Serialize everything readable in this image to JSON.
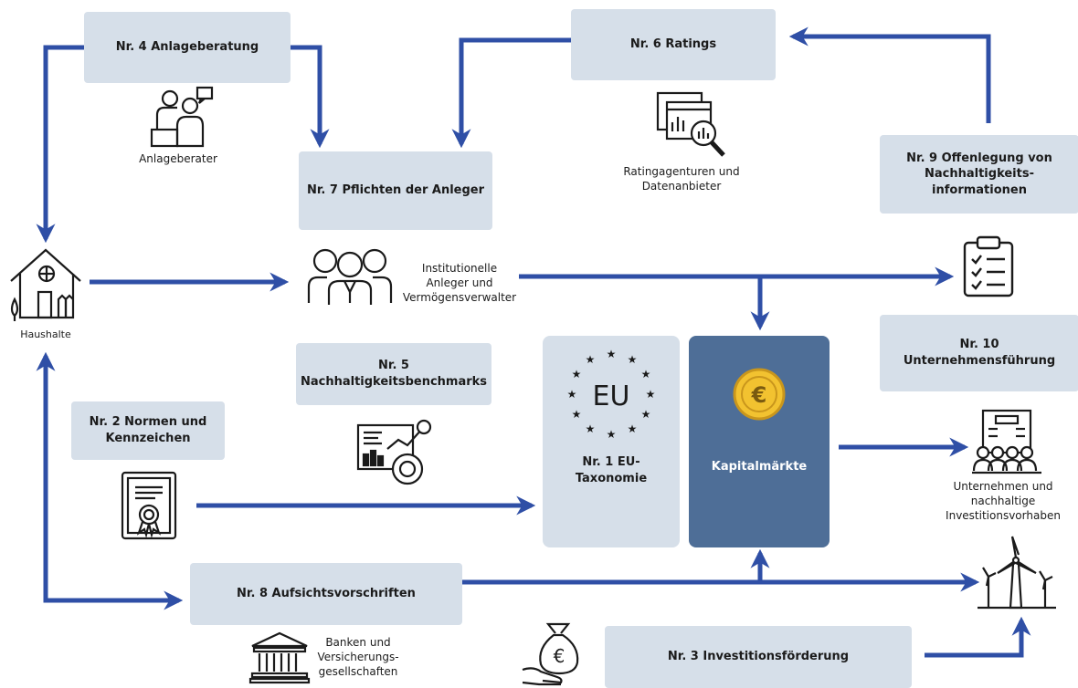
{
  "boxes": {
    "anlageberatung": "Nr. 4 Anlageberatung",
    "ratings": "Nr. 6 Ratings",
    "pflichten": "Nr. 7 Pflichten der Anleger",
    "offenlegung": "Nr. 9 Offenlegung von Nachhaltigkeits-informationen",
    "benchmarks": "Nr. 5 Nachhaltigkeitsbenchmarks",
    "unternehmensfuehrung": "Nr. 10 Unternehmensführung",
    "normen": "Nr. 2 Normen und Kennzeichen",
    "taxonomie": "Nr. 1 EU-Taxonomie",
    "kapitalmaerkte": "Kapitalmärkte",
    "aufsicht": "Nr. 8 Aufsichtsvorschriften",
    "investitionsfoerderung": "Nr. 3 Investitionsförderung"
  },
  "captions": {
    "anlageberater": "Anlageberater",
    "ratingagenturen": "Ratingagenturen und Datenanbieter",
    "institutionelle": "Institutionelle Anleger und Vermögensverwalter",
    "haushalte": "Haushalte",
    "unternehmen": "Unternehmen und nachhaltige Investitionsvorhaben",
    "banken": "Banken und Versicherungs-gesellschaften"
  },
  "eu_mark": "EU",
  "colors": {
    "arrow": "#2f4fa6",
    "box": "#d6dfe9",
    "kapital": "#4e6e97",
    "coin": "#f2c230",
    "icon": "#1a1a1a"
  },
  "icons": [
    "advisor-icon",
    "rating-analysis-icon",
    "institutional-investors-icon",
    "house-icon",
    "clipboard-checklist-icon",
    "eu-stars-icon",
    "euro-coin-icon",
    "benchmark-chart-icon",
    "certificate-icon",
    "company-building-icon",
    "wind-turbines-icon",
    "bank-icon",
    "money-bag-hand-icon"
  ]
}
